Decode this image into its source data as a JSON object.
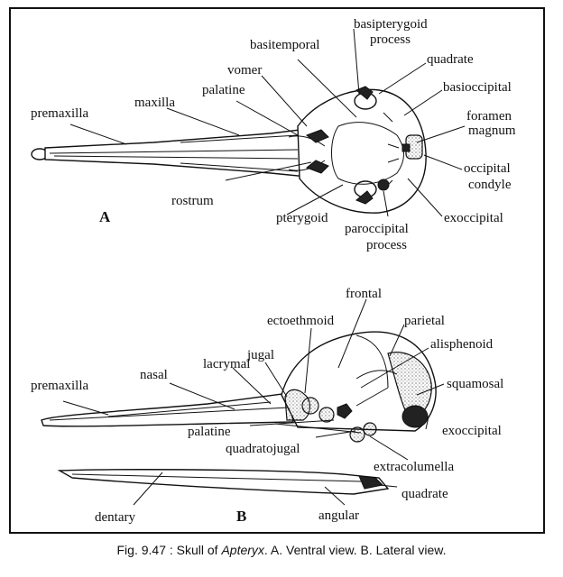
{
  "figure": {
    "panel_a": {
      "letter": "A",
      "labels": {
        "premaxilla": "premaxilla",
        "maxilla": "maxilla",
        "palatine": "palatine",
        "vomer": "vomer",
        "basitemporal": "basitemporal",
        "basipterygoid_1": "basipterygoid",
        "basipterygoid_2": "process",
        "quadrate": "quadrate",
        "basioccipital": "basioccipital",
        "foramen_1": "foramen",
        "foramen_2": "magnum",
        "occipital_1": "occipital",
        "occipital_2": "condyle",
        "exoccipital": "exoccipital",
        "paroccipital_1": "paroccipital",
        "paroccipital_2": "process",
        "pterygoid": "pterygoid",
        "rostrum": "rostrum"
      }
    },
    "panel_b": {
      "letter": "B",
      "labels": {
        "frontal": "frontal",
        "ectoethmoid": "ectoethmoid",
        "parietal": "parietal",
        "alisphenoid": "alisphenoid",
        "jugal": "jugal",
        "lacrymal": "lacrymal",
        "nasal": "nasal",
        "premaxilla": "premaxilla",
        "squamosal": "squamosal",
        "exoccipital": "exoccipital",
        "palatine": "palatine",
        "quadratojugal": "quadratojugal",
        "extracolumella": "extracolumella",
        "quadrate": "quadrate",
        "dentary": "dentary",
        "angular": "angular"
      }
    },
    "caption": {
      "prefix": "Fig. 9.47 : Skull of ",
      "genus": "Apteryx",
      "suffix": ". A. Ventral view. B. Lateral view."
    }
  }
}
